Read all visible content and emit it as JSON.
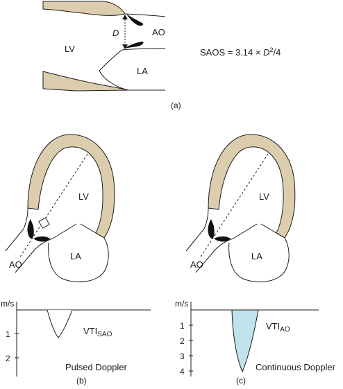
{
  "colors": {
    "muscle": "#dccdae",
    "doppler_fill": "#bfe3ea",
    "line": "#1a1a1a",
    "valve": "#111111"
  },
  "panel_a": {
    "label_lv": "LV",
    "label_ao": "AO",
    "label_la": "LA",
    "label_d": "D",
    "formula_prefix": "SAOS = 3.14 × ",
    "formula_var": "D",
    "formula_exp": "2",
    "formula_suffix": "/4",
    "caption": "(a)"
  },
  "panel_b": {
    "label_lv": "LV",
    "label_la": "LA",
    "label_ao": "AO",
    "axis_unit": "m/s",
    "ticks": [
      "1",
      "2"
    ],
    "vti_main": "VTI",
    "vti_sub": "SAO",
    "mode": "Pulsed Doppler",
    "caption": "(b)"
  },
  "panel_c": {
    "label_lv": "LV",
    "label_la": "LA",
    "label_ao": "AO",
    "axis_unit": "m/s",
    "ticks": [
      "1",
      "2",
      "3",
      "4"
    ],
    "vti_main": "VTI",
    "vti_sub": "AO",
    "mode": "Continuous Doppler",
    "caption": "(c)"
  }
}
